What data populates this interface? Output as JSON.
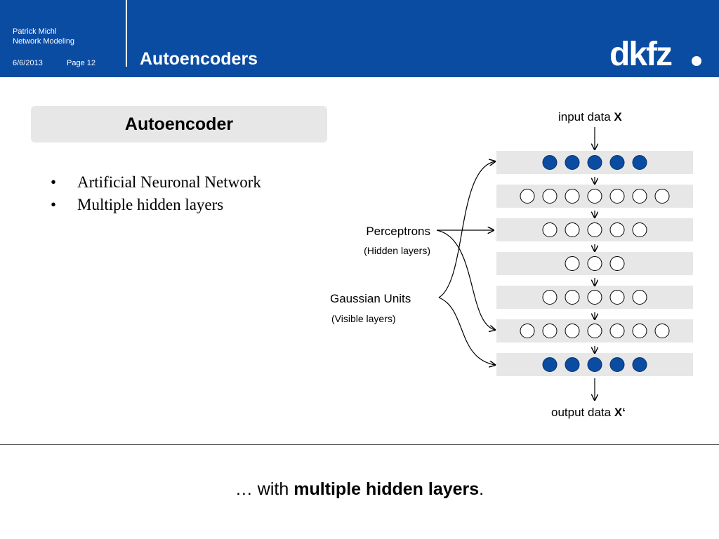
{
  "header": {
    "author": "Patrick Michl",
    "topic": "Network Modeling",
    "date": "6/6/2013",
    "page": "Page 12",
    "title": "Autoencoders",
    "logo_text": "dkfz",
    "color": "#0b4ca3"
  },
  "heading": "Autoencoder",
  "bullets": [
    "Artificial Neuronal Network",
    "Multiple hidden layers"
  ],
  "diagram": {
    "input_label": "input data ",
    "input_var": "X",
    "output_label": "output data ",
    "output_var": "X‘",
    "perceptrons_label": "Perceptrons",
    "perceptrons_sub": "(Hidden layers)",
    "gaussian_label": "Gaussian Units",
    "gaussian_sub": "(Visible layers)",
    "layers": [
      {
        "units": 5,
        "type": "visible"
      },
      {
        "units": 7,
        "type": "hidden"
      },
      {
        "units": 5,
        "type": "hidden"
      },
      {
        "units": 3,
        "type": "hidden"
      },
      {
        "units": 5,
        "type": "hidden"
      },
      {
        "units": 7,
        "type": "hidden"
      },
      {
        "units": 5,
        "type": "visible"
      }
    ],
    "visible_color": "#0b4ca3"
  },
  "footer": {
    "prefix": "… with ",
    "bold": "multiple hidden layers",
    "suffix": "."
  }
}
